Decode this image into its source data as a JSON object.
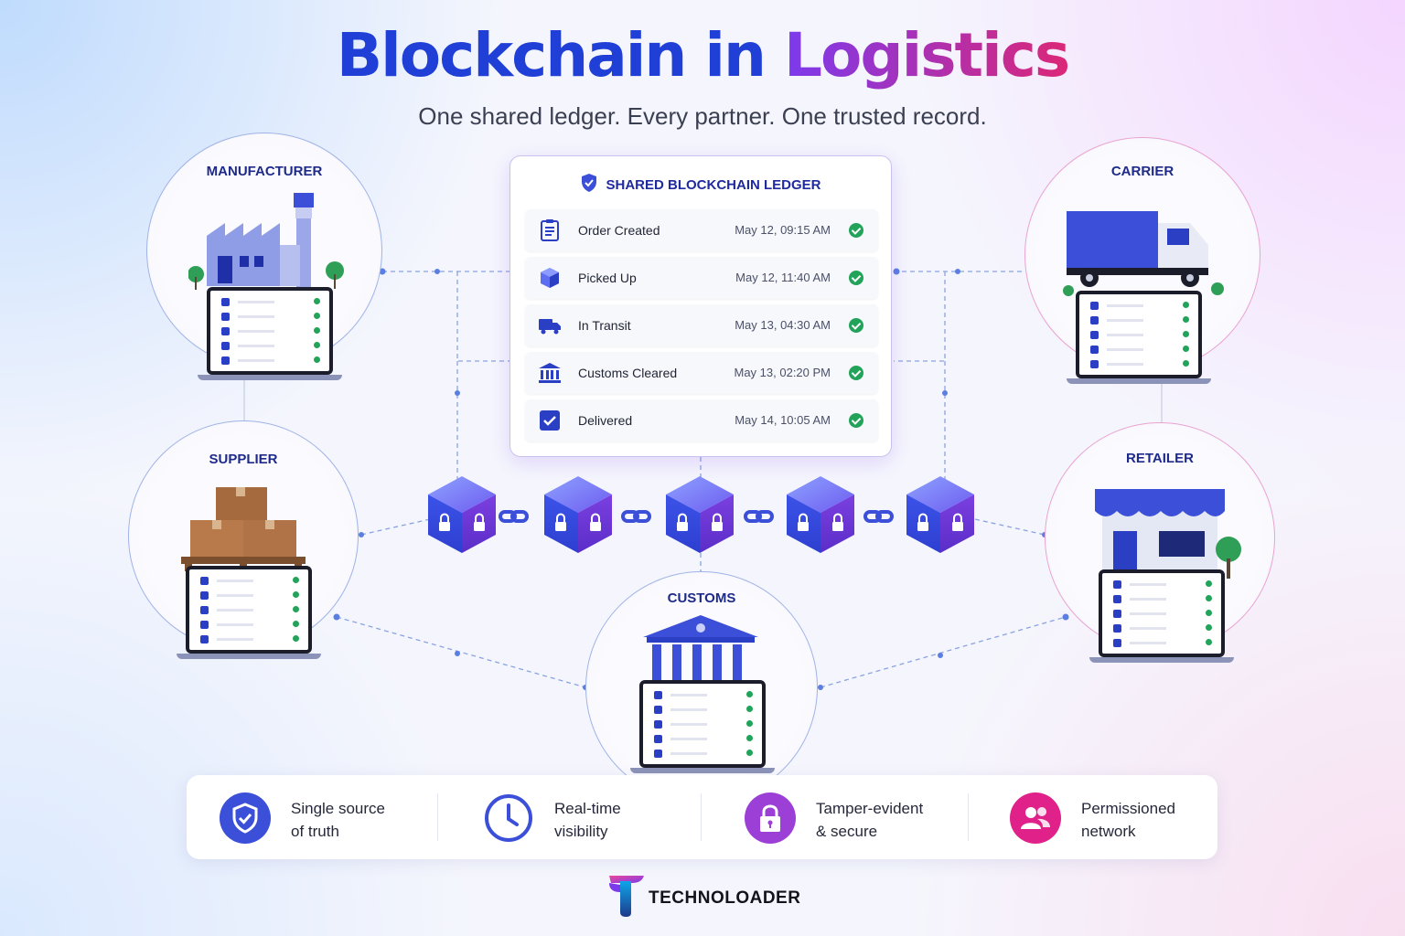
{
  "header": {
    "title_part1": "Blockchain in",
    "title_part2": "Logistics",
    "subtitle": "One shared ledger. Every partner. One trusted record."
  },
  "ledger": {
    "title": "SHARED BLOCKCHAIN LEDGER",
    "entries": [
      {
        "label": "Order Created",
        "time": "May 12, 09:15 AM",
        "icon": "clipboard-icon"
      },
      {
        "label": "Picked Up",
        "time": "May 12, 11:40 AM",
        "icon": "package-icon"
      },
      {
        "label": "In Transit",
        "time": "May 13, 04:30 AM",
        "icon": "truck-icon"
      },
      {
        "label": "Customs Cleared",
        "time": "May 13, 02:20 PM",
        "icon": "bank-icon"
      },
      {
        "label": "Delivered",
        "time": "May 14, 10:05 AM",
        "icon": "checkbox-icon"
      }
    ]
  },
  "nodes": {
    "manufacturer": "MANUFACTURER",
    "carrier": "CARRIER",
    "supplier": "SUPPLIER",
    "retailer": "RETAILER",
    "customs": "CUSTOMS"
  },
  "features": [
    {
      "line1": "Single source",
      "line2": "of truth",
      "icon": "shield-check-icon",
      "color": "#3b4fd8"
    },
    {
      "line1": "Real-time",
      "line2": "visibility",
      "icon": "clock-icon",
      "color": "#3b4fd8"
    },
    {
      "line1": "Tamper-evident",
      "line2": "& secure",
      "icon": "lock-icon",
      "color": "#9b3fd6"
    },
    {
      "line1": "Permissioned",
      "line2": "network",
      "icon": "users-icon",
      "color": "#e0218a"
    }
  ],
  "brand": {
    "name": "TECHNOLOADER"
  },
  "colors": {
    "primary": "#1f3fd6",
    "accent": "#a21caf",
    "success": "#22a35a",
    "pink": "#e0218a"
  }
}
